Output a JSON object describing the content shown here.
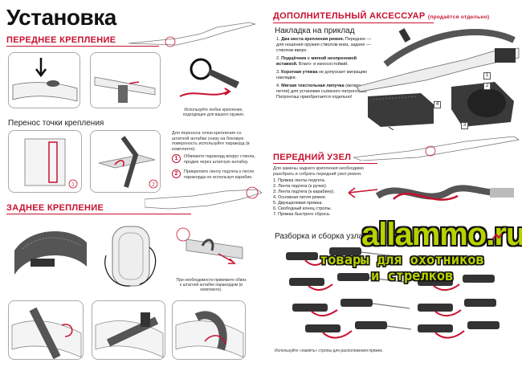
{
  "left": {
    "title": "Установка",
    "front_mount": "ПЕРЕДНЕЕ КРЕПЛЕНИЕ",
    "front_note": "Используйте любое крепление, подходящее для вашего оружия.",
    "transfer_title": "Перенос точки крепления",
    "transfer_intro": "Для переноса точки крепления со штатной антабки снизу на боковую поверхность используйте паракорд (в комплекте).",
    "transfer_steps": [
      "Обвяжите паракорд вокруг ствола, продев через штатную антабку.",
      "Прикрепите ленту подтега к петле паракорда не используя карабин."
    ],
    "rear_mount": "ЗАДНЕЕ КРЕПЛЕНИЕ",
    "rear_note": "При необходимости привяжите обвяз к штатной антабке паракордом (в комплекте)."
  },
  "right": {
    "accessory_title": "ДОПОЛНИТЕЛЬНЫЙ АКСЕССУАР",
    "accessory_note": "(продаётся отдельно)",
    "pad_title": "Накладка на приклад",
    "pad_items": [
      {
        "bold": "Два места крепления ремня.",
        "text": "Переднее — для ношения оружия стволом вниз, заднее — стволом вверх."
      },
      {
        "bold": "Подщёчник с мягкой неопреновой вставкой.",
        "text": "Влаго- и износостойкий."
      },
      {
        "bold": "Короткая утяжка",
        "text": "не допускает миграцию накладки."
      },
      {
        "bold": "Мягкая текстильная липучка",
        "text": "(велкро, петли) для установки съёмного патронташа. Патронташ приобретается отдельно!"
      }
    ],
    "callouts": [
      "1",
      "2",
      "3",
      "4"
    ],
    "knot_title": "ПЕРЕДНИЙ УЗЕЛ",
    "knot_intro": "Для замены заднего крепления необходимо разобрать и собрать передний узел ремня.",
    "knot_items": [
      "Пряжка ленты подтега.",
      "Лента подтега (к ручке).",
      "Лента подтега (к карабину).",
      "Основная петля ремня.",
      "Двухщелевая пряжка.",
      "Свободный конец стропы.",
      "Пряжка быстрого сброса."
    ],
    "assembly_title": "Разборка и сборка узла",
    "assembly_note": "Используйте «память» стропы для расположения пряжек."
  },
  "watermark": {
    "site": "allammo.ru",
    "line1": "товары для охотников",
    "line2": "и стрелков"
  },
  "colors": {
    "accent": "#c8102e",
    "watermark": "#b8d200"
  }
}
